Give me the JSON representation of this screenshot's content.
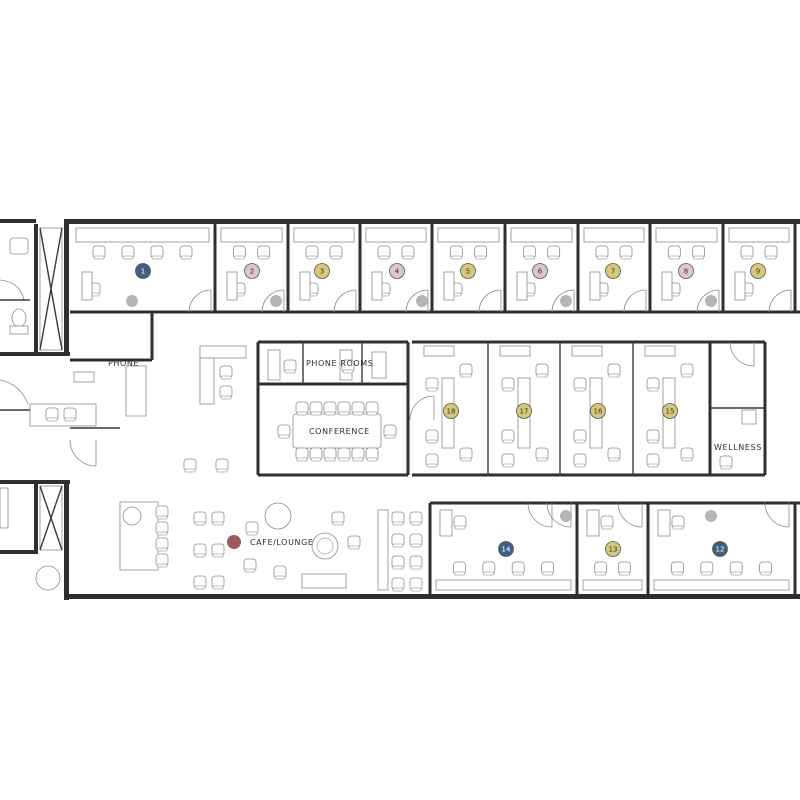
{
  "labels": {
    "phone": "PHONE",
    "phone_rooms": "PHONE ROOMS",
    "conference": "CONFERENCE",
    "wellness": "WELLNESS",
    "cafe_lounge": "CAFE/LOUNGE"
  },
  "offices": [
    {
      "number": "1",
      "color": "#3f5f86"
    },
    {
      "number": "2",
      "color": "#dcc6c6"
    },
    {
      "number": "3",
      "color": "#d7c77a"
    },
    {
      "number": "4",
      "color": "#dcc6c6"
    },
    {
      "number": "5",
      "color": "#d7c77a"
    },
    {
      "number": "6",
      "color": "#dcc6c6"
    },
    {
      "number": "7",
      "color": "#d7c77a"
    },
    {
      "number": "8",
      "color": "#dcc6c6"
    },
    {
      "number": "9",
      "color": "#d7c77a"
    },
    {
      "number": "12",
      "color": "#3f5f86"
    },
    {
      "number": "13",
      "color": "#d7c77a"
    },
    {
      "number": "14",
      "color": "#3f5f86"
    },
    {
      "number": "15",
      "color": "#d7c77a"
    },
    {
      "number": "16",
      "color": "#d7c77a"
    },
    {
      "number": "17",
      "color": "#d7c77a"
    },
    {
      "number": "18",
      "color": "#d7c77a"
    }
  ],
  "colors": {
    "wall": "#2f2f2f",
    "marker_grey": "#b5b5b8",
    "cafe_marker": "#a05a5e"
  }
}
